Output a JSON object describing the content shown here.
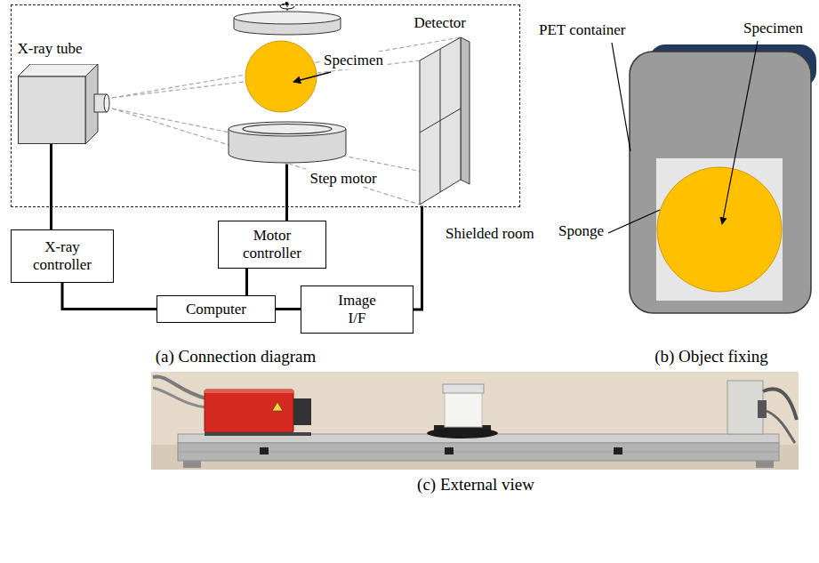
{
  "diagram": {
    "nodes": [
      {
        "text": [
          "Shielded room"
        ]
      },
      {
        "text": [
          "X-ray tube"
        ],
        "in": 0
      },
      {
        "text": [
          "Detector"
        ],
        "in": 0
      },
      {
        "text": [
          "Step motor"
        ],
        "in": 0
      },
      {
        "text": [
          "X-ray controller"
        ]
      },
      {
        "text": [
          "Motor controller"
        ]
      },
      {
        "text": [
          "Computer"
        ]
      },
      {
        "text": [
          "Image I/F"
        ]
      }
    ],
    "edges": [
      {
        "from": 1,
        "to": 4,
        "arrow": "none"
      },
      {
        "from": 3,
        "to": 5,
        "arrow": "none"
      },
      {
        "from": 4,
        "to": 6,
        "arrow": "none"
      },
      {
        "from": 5,
        "to": 6,
        "arrow": "none"
      },
      {
        "from": 6,
        "to": 7,
        "arrow": "none"
      },
      {
        "from": 2,
        "to": 7,
        "arrow": "none"
      }
    ],
    "labels": [
      "Specimen",
      "(a) Connection diagram",
      "PET container",
      "Specimen",
      "Sponge",
      "(b) Object fixing",
      "(c) External view"
    ]
  }
}
